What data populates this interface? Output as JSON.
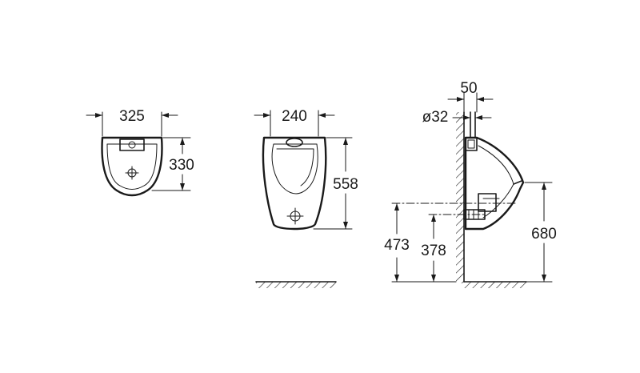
{
  "dimensions": {
    "front_width": "325",
    "front_height": "330",
    "top_width": "240",
    "top_height": "558",
    "pipe_width": "50",
    "pipe_diameter": "ø32",
    "inlet_height": "473",
    "outlet_height": "378",
    "total_height": "680"
  }
}
